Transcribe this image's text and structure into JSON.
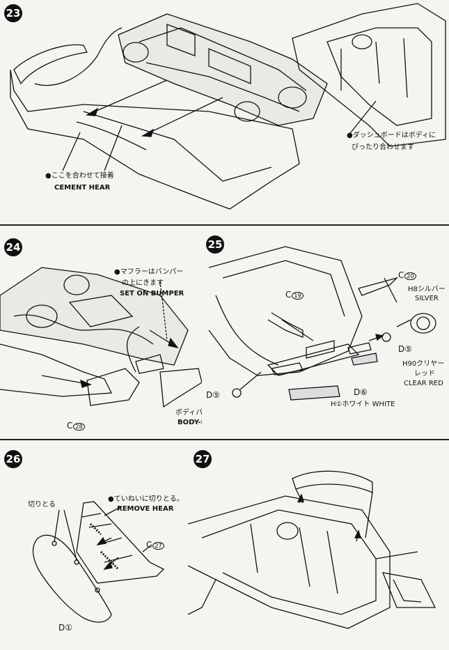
{
  "steps": [
    {
      "number": "23",
      "notes": {
        "cement_jp": "●ここを合わせて接着",
        "cement_en": "CEMENT HEAR",
        "dash_jp_1": "●ダッシュボードはボディに",
        "dash_jp_2": "ぴったり合わせます"
      }
    },
    {
      "number": "24",
      "notes": {
        "muffler_jp_1": "●マフラーはバンパー",
        "muffler_jp_2": "の上にきます",
        "muffler_en": "SET ON BUMPER",
        "body_jp": "ボディパーツ",
        "body_en": "BODY-PARTS"
      },
      "parts": {
        "c28_letter": "C",
        "c28_num": "28"
      }
    },
    {
      "number": "25",
      "parts": {
        "c20_letter": "C",
        "c20_num": "20",
        "c19_letter": "C",
        "c19_num": "19",
        "d5a": "D⑤",
        "d5b": "D⑤",
        "d6": "D⑥",
        "h8_silver_jp": "H8シルバー",
        "h8_silver_en": "SILVER",
        "h90_jp_1": "H90クリヤー",
        "h90_jp_2": "レッド",
        "h90_en": "CLEAR RED",
        "h1_white": "H①ホワイト WHITE"
      }
    },
    {
      "number": "26",
      "notes": {
        "cut_jp": "切りとる",
        "remove_jp": "●ていねいに切りとる。",
        "remove_en": "REMOVE HEAR"
      },
      "parts": {
        "c27_letter": "C",
        "c27_num": "27",
        "d1": "D①"
      }
    },
    {
      "number": "27"
    }
  ]
}
